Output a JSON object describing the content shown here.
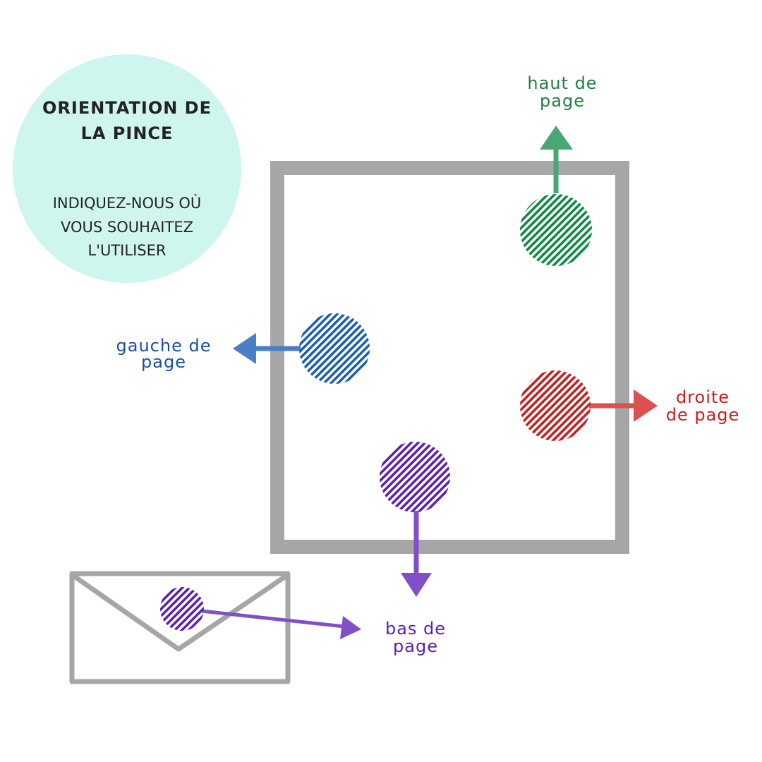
{
  "info": {
    "title_line1": "ORIENTATION DE",
    "title_line2": "LA PINCE",
    "subtitle_line1": "INDIQUEZ-NOUS OÙ",
    "subtitle_line2": "VOUS SOUHAITEZ",
    "subtitle_line3": "L'UTILISER"
  },
  "labels": {
    "top": {
      "line1": "haut de",
      "line2": "page",
      "color": "#1f8040"
    },
    "left": {
      "line1": "gauche de",
      "line2": "page",
      "color": "#1a4fa5"
    },
    "right": {
      "line1": "droite",
      "line2": "de page",
      "color": "#c62020"
    },
    "bottom": {
      "line1": "bas de",
      "line2": "page",
      "color": "#5a20b0"
    }
  }
}
